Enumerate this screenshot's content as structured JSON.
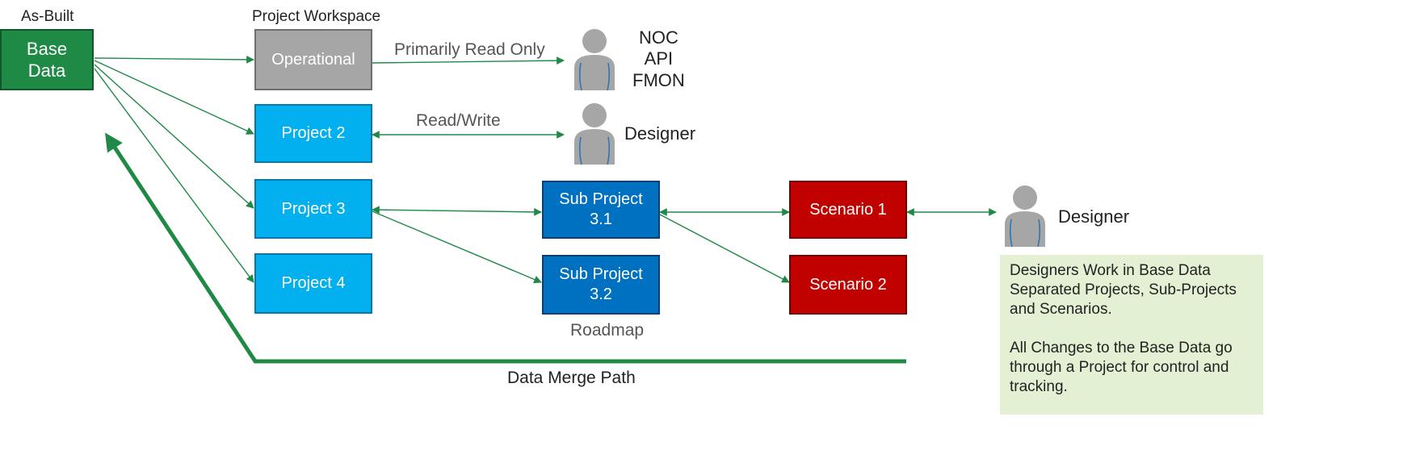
{
  "headers": {
    "as_built": "As-Built",
    "project_workspace": "Project Workspace"
  },
  "boxes": {
    "base_data": [
      "Base",
      "Data"
    ],
    "operational": "Operational",
    "project_2": "Project 2",
    "project_3": "Project 3",
    "project_4": "Project 4",
    "sub_project_31": [
      "Sub Project",
      "3.1"
    ],
    "sub_project_32": [
      "Sub Project",
      "3.2"
    ],
    "scenario_1": "Scenario 1",
    "scenario_2": "Scenario 2"
  },
  "labels": {
    "primarily_read_only": "Primarily Read Only",
    "read_write": "Read/Write",
    "roadmap": "Roadmap",
    "data_merge_path": "Data Merge Path"
  },
  "actors": {
    "operational_users": [
      "NOC",
      "API",
      "FMON"
    ],
    "designer_1": "Designer",
    "designer_2": "Designer"
  },
  "note": {
    "paragraph_1": "Designers Work in Base Data Separated Projects, Sub-Projects and Scenarios.",
    "paragraph_2": "All Changes to the Base Data go through a Project for control and tracking."
  },
  "colors": {
    "base_data": "#1e8a45",
    "operational": "#a6a6a6",
    "project": "#02b0f0",
    "sub_project": "#0071c1",
    "scenario": "#c10000",
    "connector": "#1e8a45",
    "note_background": "#e4f0d4"
  }
}
